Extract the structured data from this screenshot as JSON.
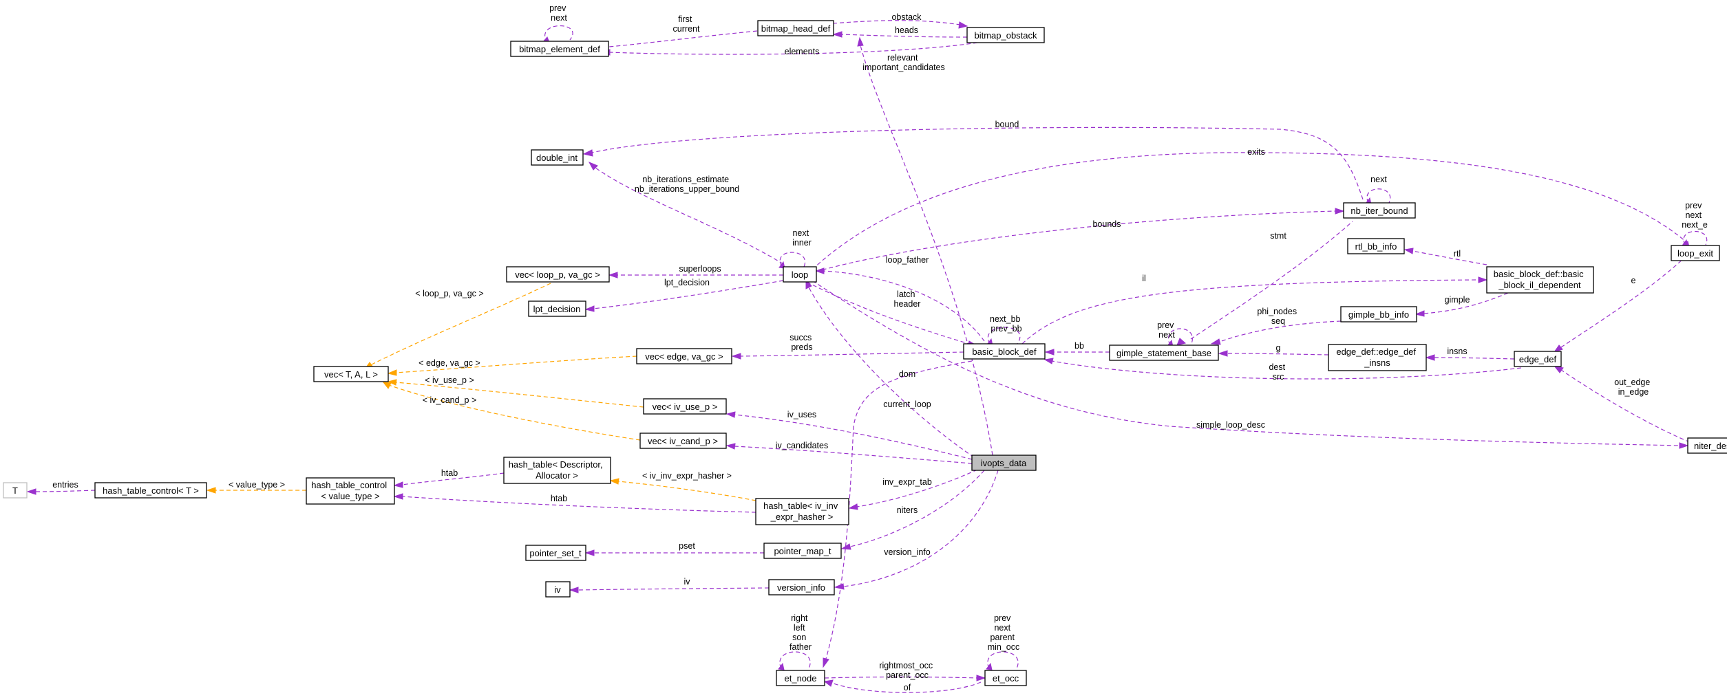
{
  "nodes": {
    "bitmap_element_def": "bitmap_element_def",
    "bitmap_head_def": "bitmap_head_def",
    "bitmap_obstack": "bitmap_obstack",
    "double_int": "double_int",
    "nb_iter_bound": "nb_iter_bound",
    "loop_exit": "loop_exit",
    "rtl_bb_info": "rtl_bb_info",
    "basic_block_il_dependent": [
      "basic_block_def::basic",
      "_block_il_dependent"
    ],
    "loop": "loop",
    "vec_loop_p": "vec< loop_p, va_gc >",
    "lpt_decision": "lpt_decision",
    "gimple_bb_info": "gimple_bb_info",
    "vec_T": "vec< T, A, L >",
    "vec_edge": "vec< edge, va_gc >",
    "basic_block_def": "basic_block_def",
    "gimple_statement_base": "gimple_statement_base",
    "edge_def_insns": [
      "edge_def::edge_def",
      "_insns"
    ],
    "edge_def": "edge_def",
    "vec_iv_use_p": "vec< iv_use_p >",
    "niter_desc": "niter_desc",
    "vec_iv_cand_p": "vec< iv_cand_p >",
    "ivopts_data": "ivopts_data",
    "T": "T",
    "hash_table_control_T": "hash_table_control< T >",
    "hash_table_control_vt": [
      "hash_table_control",
      "< value_type >"
    ],
    "hash_table_desc": [
      "hash_table< Descriptor,",
      "Allocator >"
    ],
    "hash_table_iv": [
      "hash_table< iv_inv",
      "_expr_hasher >"
    ],
    "pointer_set_t": "pointer_set_t",
    "pointer_map_t": "pointer_map_t",
    "iv": "iv",
    "version_info": "version_info",
    "et_node": "et_node",
    "et_occ": "et_occ"
  },
  "edge_labels": {
    "bed_self": [
      "prev",
      "next"
    ],
    "bhd_bed": [
      "first",
      "current"
    ],
    "bo_bed": [
      "elements"
    ],
    "bhd_bo": [
      "obstack"
    ],
    "bo_bhd": [
      "heads"
    ],
    "bhd_ivopts": [
      "relevant",
      "important_candidates"
    ],
    "di_nib": [
      "bound"
    ],
    "loop_exits": [
      "exits"
    ],
    "loop_di": [
      "nb_iterations_estimate",
      "nb_iterations_upper_bound"
    ],
    "loop_bounds": [
      "bounds"
    ],
    "nib_self": [
      "next"
    ],
    "stmt": [
      "stmt"
    ],
    "le_self": [
      "prev",
      "next",
      "next_e"
    ],
    "rtl": [
      "rtl"
    ],
    "loop_self": [
      "next",
      "inner"
    ],
    "superloops": [
      "superloops"
    ],
    "lpt": [
      "lpt_decision"
    ],
    "loop_father": [
      "loop_father"
    ],
    "latch": [
      "latch",
      "header"
    ],
    "bbd_self": [
      "next_bb",
      "prev_bb"
    ],
    "il": [
      "il"
    ],
    "gs_self": [
      "prev",
      "next"
    ],
    "phi": [
      "phi_nodes",
      "seq"
    ],
    "gimple": [
      "gimple"
    ],
    "e": [
      "e"
    ],
    "vec_loop_tmpl": [
      "< loop_p, va_gc >"
    ],
    "vec_edge_tmpl": [
      "< edge, va_gc >"
    ],
    "succs": [
      "succs",
      "preds"
    ],
    "bb": [
      "bb"
    ],
    "g": [
      "g"
    ],
    "insns": [
      "insns"
    ],
    "dest": [
      "dest",
      "src"
    ],
    "out_edge": [
      "out_edge",
      "in_edge"
    ],
    "iv_use_tmpl": [
      "< iv_use_p >"
    ],
    "dom": [
      "dom"
    ],
    "current_loop": [
      "current_loop"
    ],
    "iv_uses": [
      "iv_uses"
    ],
    "simple_loop_desc": [
      "simple_loop_desc"
    ],
    "iv_cand_tmpl": [
      "< iv_cand_p >"
    ],
    "iv_candidates": [
      "iv_candidates"
    ],
    "entries": [
      "entries"
    ],
    "value_type": [
      "< value_type >"
    ],
    "htab1": [
      "htab"
    ],
    "iv_inv_tmpl": [
      "< iv_inv_expr_hasher >"
    ],
    "htab2": [
      "htab"
    ],
    "inv_expr_tab": [
      "inv_expr_tab"
    ],
    "niters": [
      "niters"
    ],
    "pset": [
      "pset"
    ],
    "version_info": [
      "version_info"
    ],
    "iv": [
      "iv"
    ],
    "et_self": [
      "right",
      "left",
      "son",
      "father"
    ],
    "occ_self": [
      "prev",
      "next",
      "parent",
      "min_occ"
    ],
    "rightmost": [
      "rightmost_occ",
      "parent_occ"
    ],
    "of": [
      "of"
    ]
  },
  "colors": {
    "uses_edge": "#9a32cd",
    "template_edge": "#ffa500",
    "focus_fill": "#bfbfbf"
  }
}
